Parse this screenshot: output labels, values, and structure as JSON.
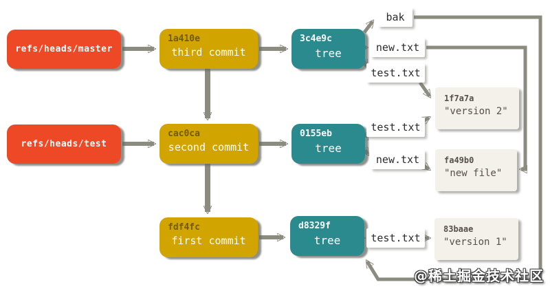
{
  "diagram": {
    "refs": [
      {
        "label": "refs/heads/master"
      },
      {
        "label": "refs/heads/test"
      }
    ],
    "commits": [
      {
        "hash": "1a410e",
        "label": "third commit"
      },
      {
        "hash": "cac0ca",
        "label": "second commit"
      },
      {
        "hash": "fdf4fc",
        "label": "first commit"
      }
    ],
    "trees": [
      {
        "hash": "3c4e9c",
        "label": "tree"
      },
      {
        "hash": "0155eb",
        "label": "tree"
      },
      {
        "hash": "d8329f",
        "label": "tree"
      }
    ],
    "file_labels": [
      {
        "label": "bak"
      },
      {
        "label": "new.txt"
      },
      {
        "label": "test.txt"
      },
      {
        "label": "test.txt"
      },
      {
        "label": "new.txt"
      },
      {
        "label": "test.txt"
      }
    ],
    "blobs": [
      {
        "hash": "1f7a7a",
        "content": "\"version 2\""
      },
      {
        "hash": "fa49b0",
        "content": "\"new file\""
      },
      {
        "hash": "83baae",
        "content": "\"version 1\""
      }
    ],
    "watermark": "@稀土掘金技术社区",
    "colors": {
      "canvas_bg": "#ffffff",
      "ref_bg": "#ee4927",
      "ref_text": "#ffffff",
      "commit_bg": "#d1a400",
      "commit_hash": "#6e5a10",
      "commit_text": "#ffffff",
      "tree_bg": "#2b8a8d",
      "tree_text": "#ffffff",
      "label_bg": "#ffffff",
      "label_text": "#2b2b2b",
      "blob_bg": "#f3f1e9",
      "blob_text": "#55504a",
      "line": "#8b8b80"
    }
  }
}
